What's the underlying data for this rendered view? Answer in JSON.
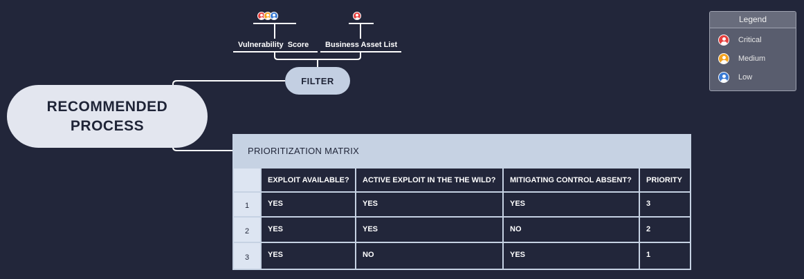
{
  "central_topic": {
    "label": "RECOMMENDED PROCESS"
  },
  "filter_topic": {
    "label": "FILTER"
  },
  "subtopics": [
    {
      "label": "Vulnerability  Score",
      "markers": [
        "critical",
        "medium",
        "low"
      ]
    },
    {
      "label": "Business Asset List",
      "markers": [
        "critical"
      ]
    }
  ],
  "legend": {
    "title": "Legend",
    "items": [
      {
        "label": "Critical",
        "icon": "critical-person-icon",
        "color": "#e6403e"
      },
      {
        "label": "Medium",
        "icon": "medium-person-icon",
        "color": "#f2a321"
      },
      {
        "label": "Low",
        "icon": "low-person-icon",
        "color": "#3a7bd5"
      }
    ]
  },
  "matrix": {
    "title": "PRIORITIZATION MATRIX",
    "columns": [
      "EXPLOIT AVAILABLE?",
      "ACTIVE EXPLOIT IN THE THE WILD?",
      "MITIGATING CONTROL ABSENT?",
      "PRIORITY"
    ],
    "rows": [
      {
        "index": "1",
        "cells": [
          "YES",
          "YES",
          "YES",
          "3"
        ]
      },
      {
        "index": "2",
        "cells": [
          "YES",
          "YES",
          "NO",
          "2"
        ]
      },
      {
        "index": "3",
        "cells": [
          "YES",
          "NO",
          "YES",
          "1"
        ]
      }
    ]
  },
  "colors": {
    "background": "#22263a",
    "central_fill": "#e3e6ef",
    "filter_fill": "#c3cfe2",
    "matrix_header": "#c6d2e3",
    "critical": "#e6403e",
    "medium": "#f2a321",
    "low": "#3a7bd5"
  }
}
